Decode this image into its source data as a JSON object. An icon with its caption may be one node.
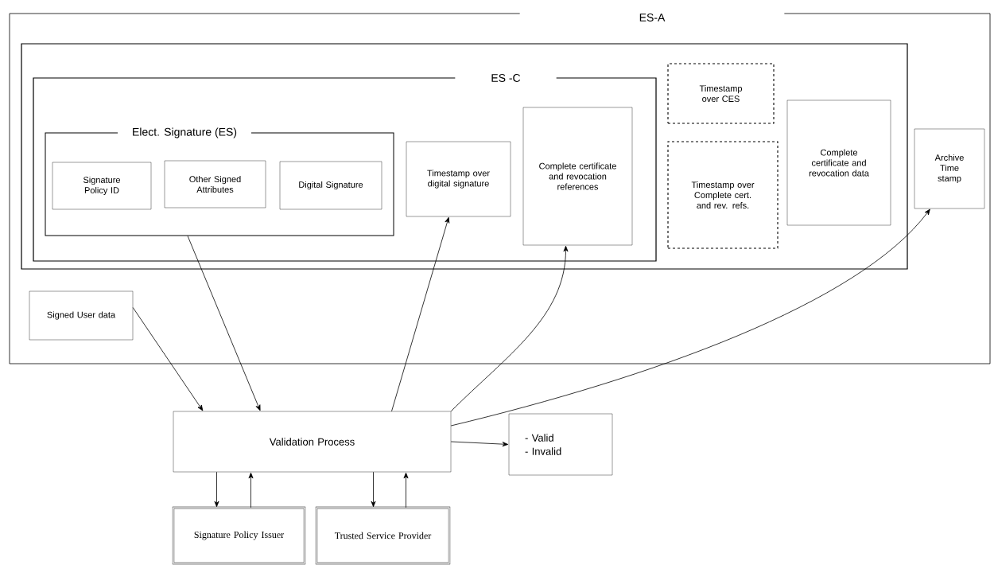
{
  "diagram": {
    "nodes": [
      {
        "text": [
          "ES-A"
        ]
      },
      {
        "text": [],
        "shape": "box",
        "in": 0
      },
      {
        "text": [
          "ES -C"
        ],
        "in": 1
      },
      {
        "text": [
          "Elect. Signature (ES)"
        ],
        "in": 2
      },
      {
        "text": [
          "Signature Policy ID"
        ],
        "in": 3
      },
      {
        "text": [
          "Other Signed Attributes"
        ],
        "in": 3
      },
      {
        "text": [
          "Digital Signature"
        ],
        "in": 3
      },
      {
        "text": [
          "Timestamp over digital signature"
        ],
        "in": 2
      },
      {
        "text": [
          "Complete certificate and revocation references"
        ],
        "in": 2
      },
      {
        "text": [
          "Timestamp over CES"
        ],
        "in": 1
      },
      {
        "text": [
          "Timestamp over Complete cert. and rev. refs."
        ],
        "in": 1
      },
      {
        "text": [
          "Complete certificate and revocation data"
        ],
        "in": 1
      },
      {
        "text": [
          "Archive Time stamp"
        ],
        "in": 0
      },
      {
        "text": [
          "Signed User data"
        ],
        "in": 0
      },
      {
        "text": [
          "Validation Process"
        ]
      },
      {
        "text": [
          "- Valid",
          "- Invalid"
        ]
      },
      {
        "text": [
          "Signature Policy Issuer"
        ]
      },
      {
        "text": [
          "Trusted Service Provider"
        ]
      }
    ],
    "edges": [
      {
        "from": 13,
        "to": 14,
        "arrow": "to"
      },
      {
        "from": 3,
        "to": 14,
        "arrow": "to"
      },
      {
        "from": 14,
        "to": 7,
        "arrow": "to"
      },
      {
        "from": 14,
        "to": 8,
        "arrow": "to"
      },
      {
        "from": 14,
        "to": 12,
        "arrow": "to"
      },
      {
        "from": 14,
        "to": 15,
        "arrow": "to"
      },
      {
        "from": 14,
        "to": 16,
        "arrow": "to"
      },
      {
        "from": 16,
        "to": 14,
        "arrow": "to"
      },
      {
        "from": 14,
        "to": 17,
        "arrow": "to"
      },
      {
        "from": 17,
        "to": 14,
        "arrow": "to"
      }
    ]
  }
}
